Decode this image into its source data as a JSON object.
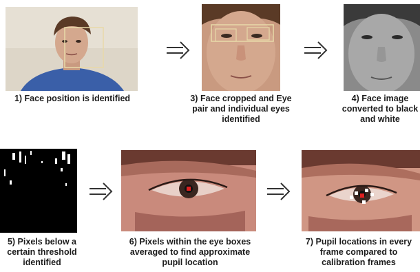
{
  "steps": [
    {
      "id": "1",
      "caption": "1) Face position is identified"
    },
    {
      "id": "3",
      "caption": "3) Face cropped and Eye pair and individual eyes identified"
    },
    {
      "id": "4",
      "caption": "4) Face image converted to black and white"
    },
    {
      "id": "5",
      "caption": "5) Pixels below a certain threshold identified"
    },
    {
      "id": "6",
      "caption": "6) Pixels within the eye boxes averaged to find approximate pupil location"
    },
    {
      "id": "7",
      "caption": "7) Pupil locations in every frame compared to calibration frames"
    }
  ],
  "colors": {
    "face_box": "#e8d9a8",
    "eye_box": "#e8d9a8",
    "pupil_marker": "#e02020",
    "calibration_marker": "#ffffff",
    "arrow": "#333333"
  },
  "icons": [
    "double-arrow-icon"
  ]
}
